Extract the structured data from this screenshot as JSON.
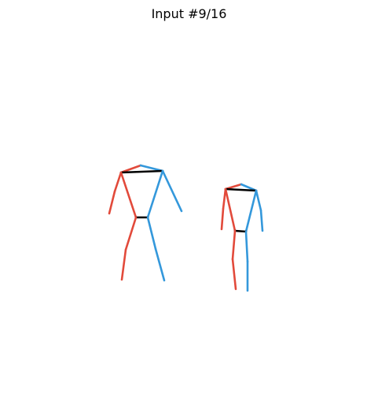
{
  "title": "Input #9/16",
  "colors": {
    "left_side": "#e24a3b",
    "right_side": "#3498db",
    "center": "#000000"
  },
  "figures": [
    {
      "name": "stick-figure-1",
      "bones": [
        {
          "name": "head-left",
          "side": "left"
        },
        {
          "name": "head-right",
          "side": "right"
        },
        {
          "name": "shoulder-line",
          "side": "center"
        },
        {
          "name": "upper-arm-left",
          "side": "left"
        },
        {
          "name": "forearm-left",
          "side": "left"
        },
        {
          "name": "upper-arm-right",
          "side": "right"
        },
        {
          "name": "torso-left",
          "side": "left"
        },
        {
          "name": "torso-right",
          "side": "right"
        },
        {
          "name": "hip-line",
          "side": "center"
        },
        {
          "name": "thigh-left",
          "side": "left"
        },
        {
          "name": "shin-left",
          "side": "left"
        },
        {
          "name": "thigh-right",
          "side": "right"
        },
        {
          "name": "shin-right",
          "side": "right"
        }
      ]
    },
    {
      "name": "stick-figure-2",
      "bones": [
        {
          "name": "head-left",
          "side": "left"
        },
        {
          "name": "head-right",
          "side": "right"
        },
        {
          "name": "shoulder-line",
          "side": "center"
        },
        {
          "name": "upper-arm-left",
          "side": "left"
        },
        {
          "name": "forearm-left",
          "side": "left"
        },
        {
          "name": "upper-arm-right",
          "side": "right"
        },
        {
          "name": "forearm-right",
          "side": "right"
        },
        {
          "name": "torso-left",
          "side": "left"
        },
        {
          "name": "torso-right",
          "side": "right"
        },
        {
          "name": "hip-line",
          "side": "center"
        },
        {
          "name": "thigh-left",
          "side": "left"
        },
        {
          "name": "shin-left",
          "side": "left"
        },
        {
          "name": "thigh-right",
          "side": "right"
        },
        {
          "name": "shin-right",
          "side": "right"
        }
      ]
    }
  ]
}
